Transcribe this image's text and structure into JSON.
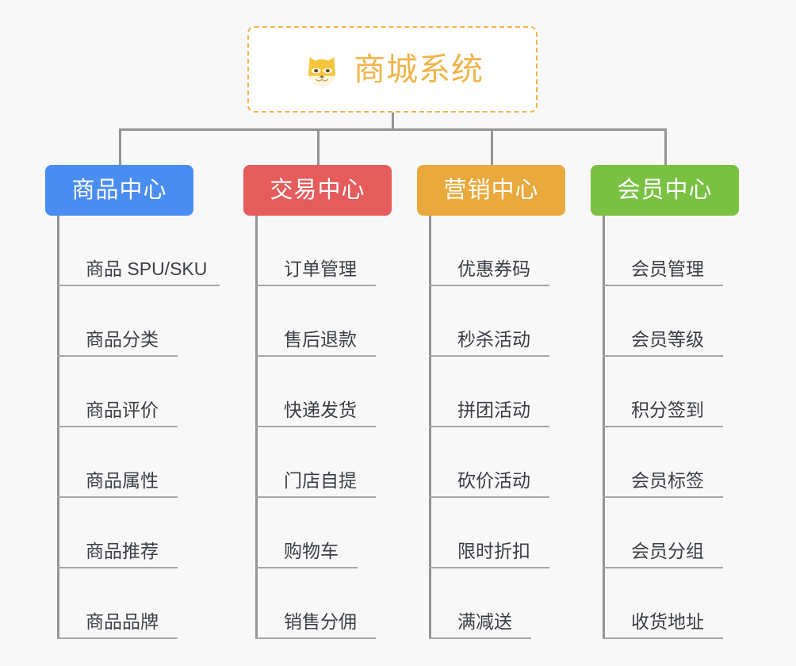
{
  "diagram": {
    "title": "商城系统",
    "type": "mind-map",
    "background_color": "#f8f8f8"
  },
  "root": {
    "label": "商城系统",
    "icon": "shiba-dog-face-emoji",
    "emoji": "🐶",
    "text_color": "#f0b44a",
    "border_color": "#f0b44a",
    "background_color": "#ffffff"
  },
  "connector_color": "#949494",
  "branches": [
    {
      "label": "商品中心",
      "color": "#4a8df0",
      "items": [
        "商品 SPU/SKU",
        "商品分类",
        "商品评价",
        "商品属性",
        "商品推荐",
        "商品品牌"
      ]
    },
    {
      "label": "交易中心",
      "color": "#e55c5c",
      "items": [
        "订单管理",
        "售后退款",
        "快递发货",
        "门店自提",
        "购物车",
        "销售分佣"
      ]
    },
    {
      "label": "营销中心",
      "color": "#e9a93c",
      "items": [
        "优惠券码",
        "秒杀活动",
        "拼团活动",
        "砍价活动",
        "限时折扣",
        "满减送"
      ]
    },
    {
      "label": "会员中心",
      "color": "#7ac143",
      "items": [
        "会员管理",
        "会员等级",
        "积分签到",
        "会员标签",
        "会员分组",
        "收货地址"
      ]
    }
  ]
}
